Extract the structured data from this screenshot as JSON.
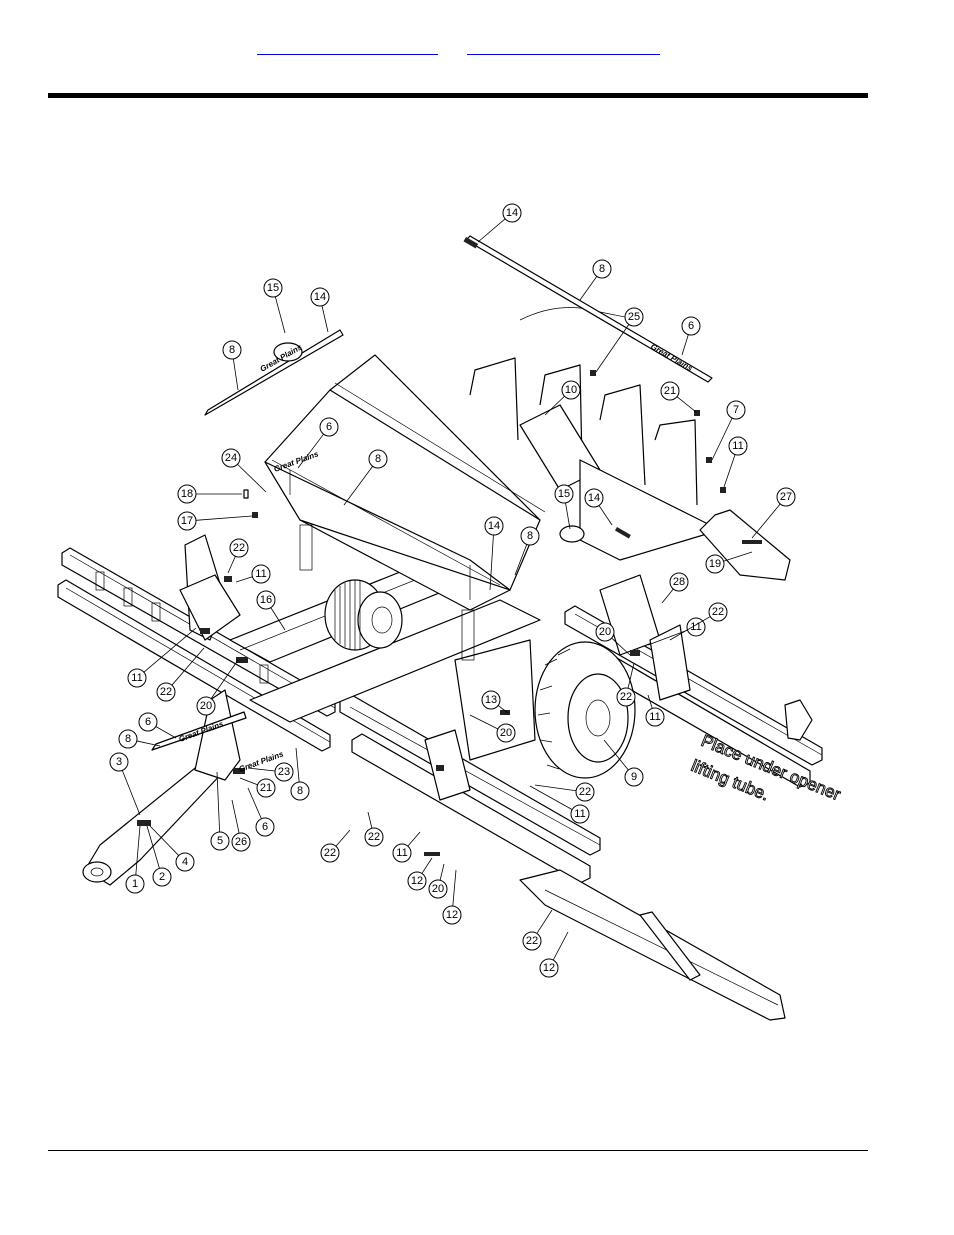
{
  "header": {
    "link_left": "",
    "link_right": ""
  },
  "diagram": {
    "note": [
      "Place under opener",
      "lifting tube."
    ],
    "decal_text": "Great Plains",
    "callouts": [
      "14",
      "8",
      "15",
      "14",
      "8",
      "25",
      "6",
      "10",
      "21",
      "7",
      "6",
      "24",
      "8",
      "11",
      "18",
      "17",
      "27",
      "15",
      "14",
      "14",
      "8",
      "19",
      "22",
      "11",
      "16",
      "28",
      "11",
      "22",
      "20",
      "11",
      "22",
      "20",
      "13",
      "22",
      "11",
      "20",
      "9",
      "6",
      "8",
      "23",
      "21",
      "3",
      "8",
      "6",
      "5",
      "26",
      "4",
      "2",
      "1",
      "22",
      "11",
      "22",
      "22",
      "11",
      "12",
      "20",
      "12",
      "22",
      "12"
    ]
  }
}
